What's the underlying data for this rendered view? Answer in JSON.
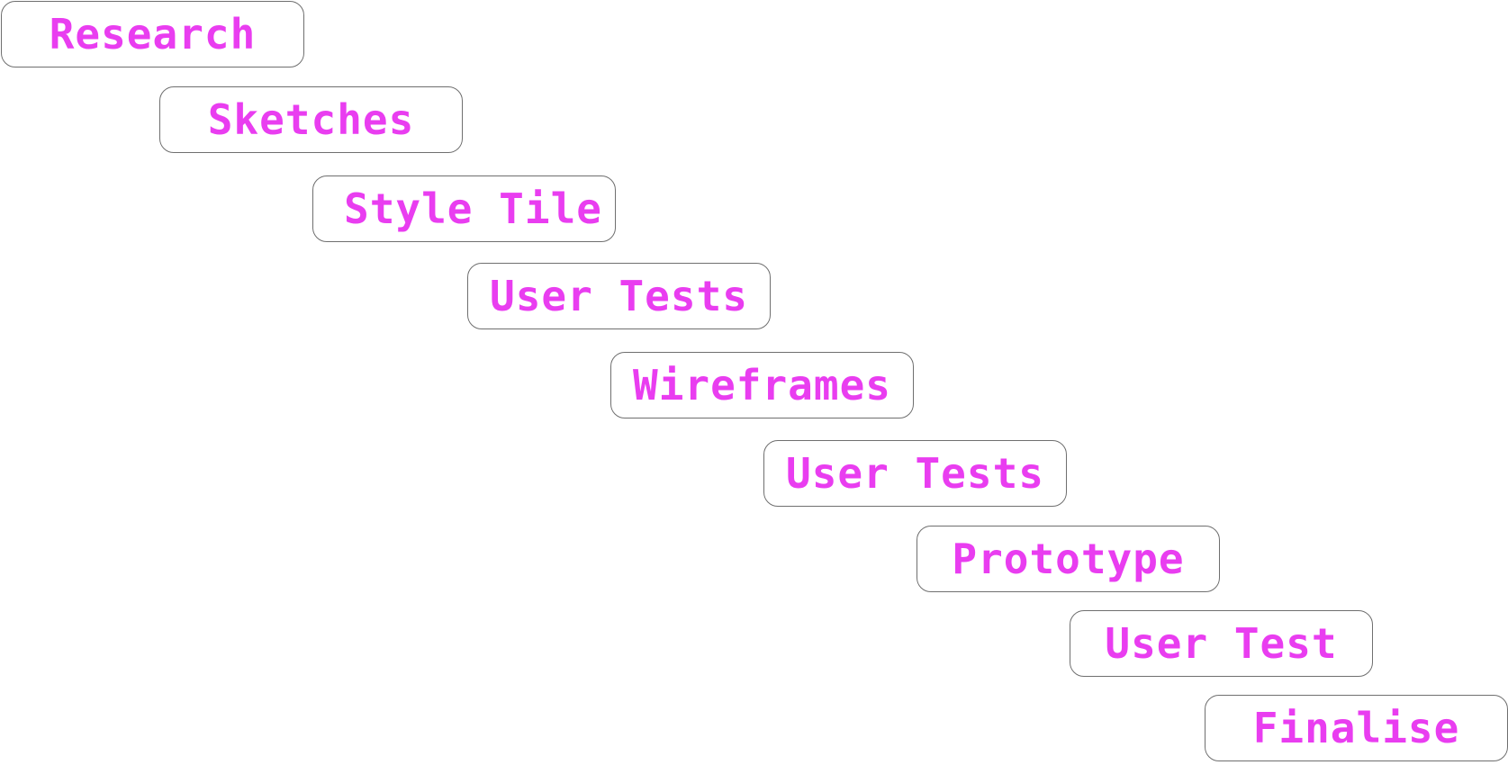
{
  "colors": {
    "label": "#e93df0",
    "border": "#6f6f6f",
    "background": "#ffffff"
  },
  "steps": [
    {
      "label": "Research"
    },
    {
      "label": "Sketches"
    },
    {
      "label": "Style Tile"
    },
    {
      "label": "User Tests"
    },
    {
      "label": "Wireframes"
    },
    {
      "label": "User Tests"
    },
    {
      "label": "Prototype"
    },
    {
      "label": "User Test"
    },
    {
      "label": "Finalise"
    }
  ]
}
